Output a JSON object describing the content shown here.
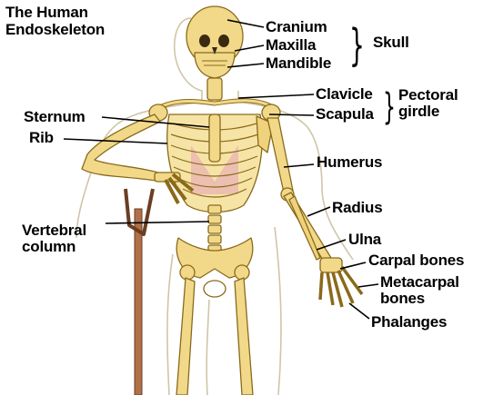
{
  "title": [
    "The Human",
    "Endoskeleton"
  ],
  "labels": {
    "cranium": "Cranium",
    "maxilla": "Maxilla",
    "mandible": "Mandible",
    "skull": "Skull",
    "clavicle": "Clavicle",
    "scapula": "Scapula",
    "pectoral_girdle": [
      "Pectoral",
      "girdle"
    ],
    "sternum": "Sternum",
    "rib": "Rib",
    "humerus": "Humerus",
    "radius": "Radius",
    "vertebral_column": [
      "Vertebral",
      "column"
    ],
    "ulna": "Ulna",
    "carpal_bones": "Carpal bones",
    "metacarpal_bones": [
      "Metacarpal",
      "bones"
    ],
    "phalanges": "Phalanges"
  },
  "colors": {
    "bone": "#f2d98a",
    "bone_outline": "#8a6a1a",
    "body_outline": "#cfc6a8",
    "cartilage": "#e8b3b3",
    "handle": "#b07048",
    "background": "#ffffff"
  }
}
